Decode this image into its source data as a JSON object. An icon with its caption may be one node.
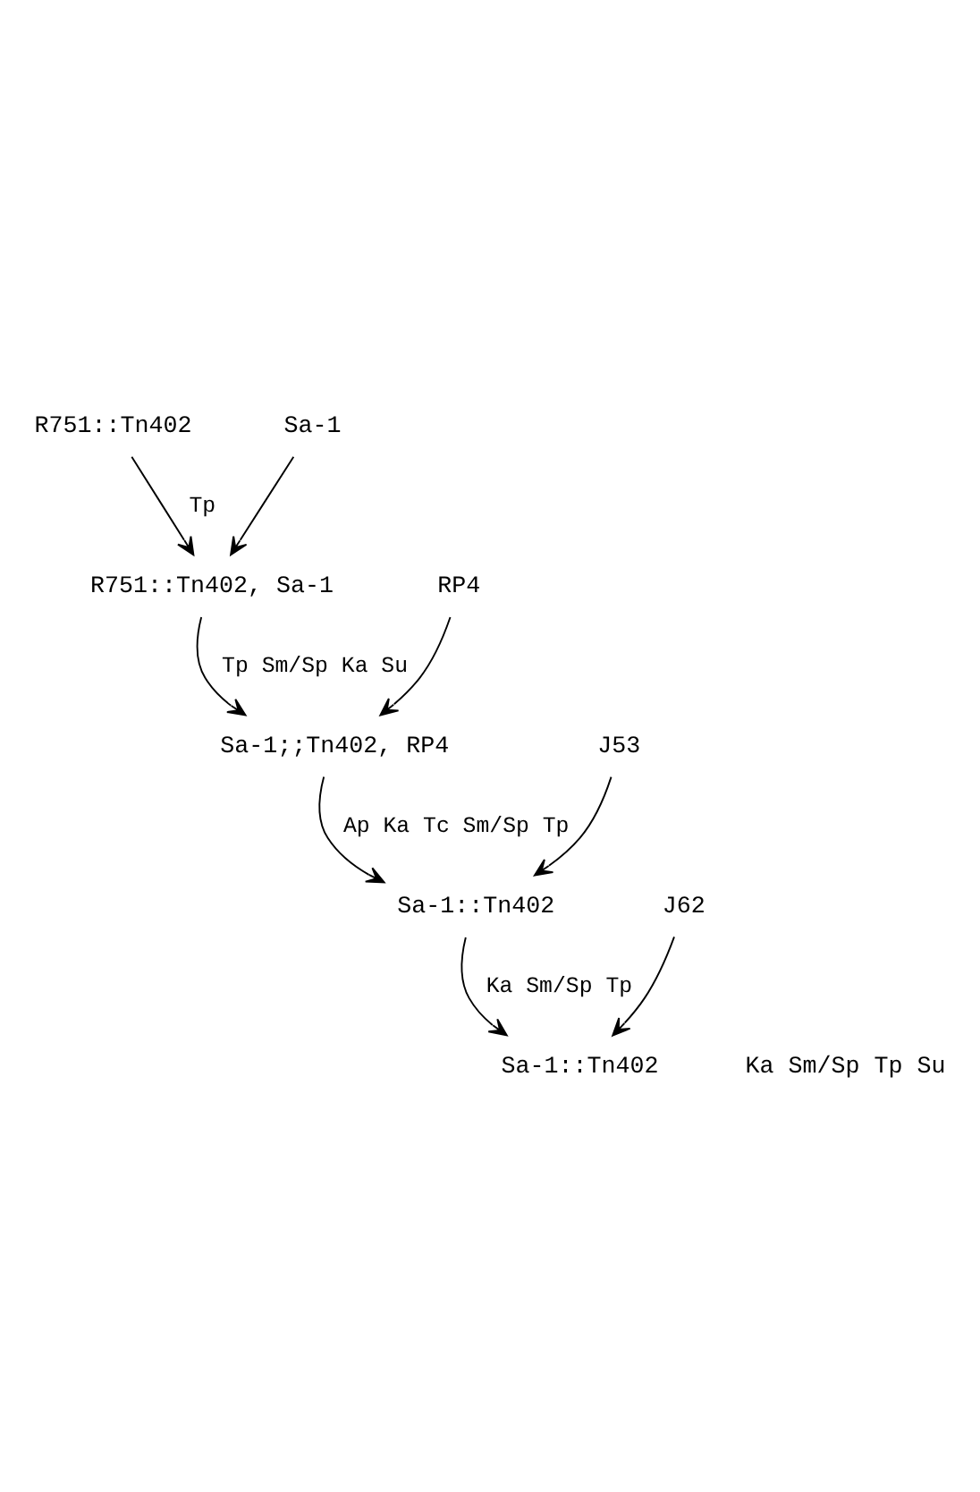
{
  "diagram": {
    "nodes": [
      {
        "text": [
          "R751::Tn402"
        ]
      },
      {
        "text": [
          "Sa-1"
        ]
      },
      {
        "text": [
          "R751::Tn402, Sa-1"
        ]
      },
      {
        "text": [
          "RP4"
        ]
      },
      {
        "text": [
          "Sa-1;;Tn402, RP4"
        ]
      },
      {
        "text": [
          "J53"
        ]
      },
      {
        "text": [
          "Sa-1::Tn402"
        ]
      },
      {
        "text": [
          "J62"
        ]
      },
      {
        "text": [
          "Sa-1::Tn402"
        ],
        "beside": [
          "Ka Sm/Sp Tp Su"
        ]
      }
    ],
    "edges": [
      {
        "from": 0,
        "to": 2,
        "arrow": "to",
        "label": "Tp"
      },
      {
        "from": 1,
        "to": 2,
        "arrow": "to"
      },
      {
        "from": 2,
        "to": 4,
        "arrow": "to",
        "label": "Tp Sm/Sp Ka Su"
      },
      {
        "from": 3,
        "to": 4,
        "arrow": "to"
      },
      {
        "from": 4,
        "to": 6,
        "arrow": "to",
        "label": "Ap Ka Tc Sm/Sp Tp"
      },
      {
        "from": 5,
        "to": 6,
        "arrow": "to"
      },
      {
        "from": 6,
        "to": 8,
        "arrow": "to",
        "label": "Ka Sm/Sp Tp"
      },
      {
        "from": 7,
        "to": 8,
        "arrow": "to"
      }
    ]
  }
}
